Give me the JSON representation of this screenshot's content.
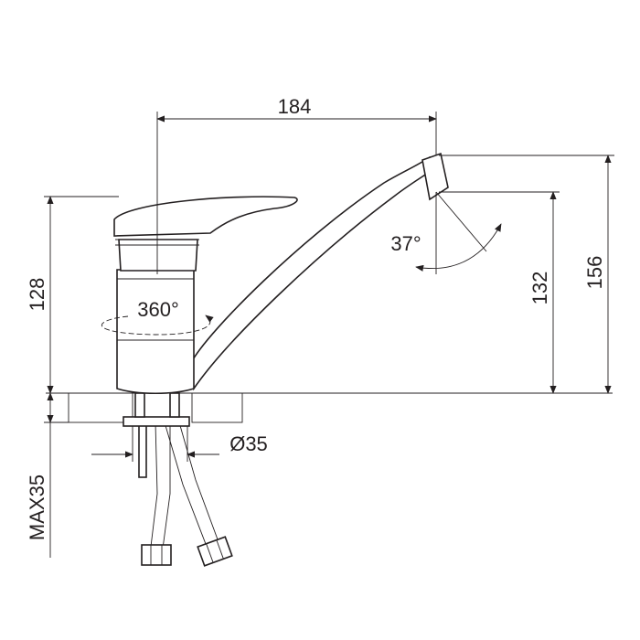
{
  "dimensions": {
    "spout_reach": "184",
    "handle_height": "128",
    "outlet_height": "132",
    "total_height": "156",
    "rotation": "360°",
    "outlet_angle": "37°",
    "mount_hole_diameter": "Ø35",
    "max_counter_thickness": "MAX35"
  },
  "colors": {
    "line": "#231f20",
    "background": "#ffffff"
  }
}
